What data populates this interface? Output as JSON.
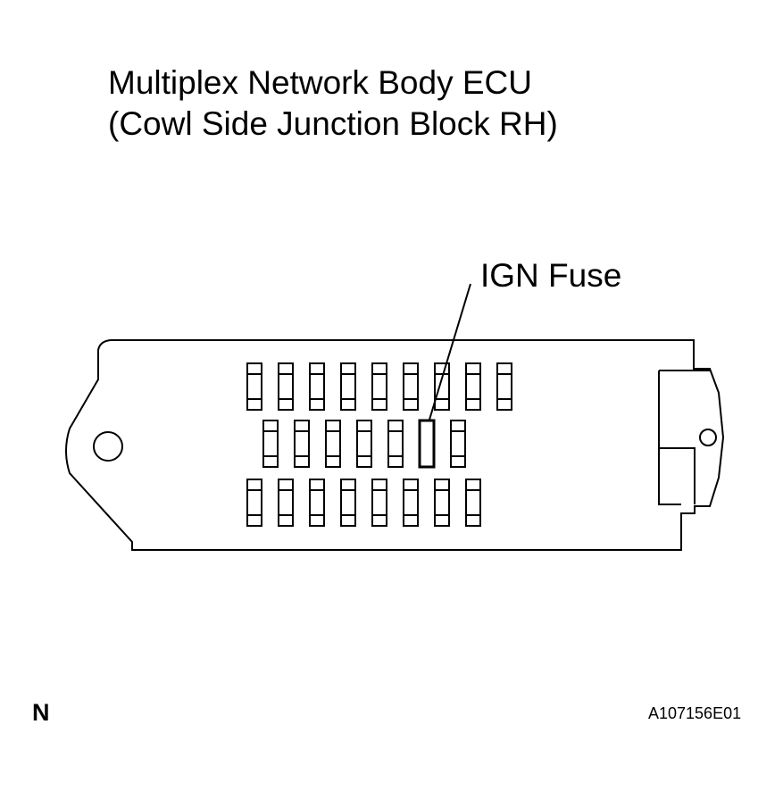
{
  "title": {
    "line1": "Multiplex Network Body ECU",
    "line2": "(Cowl Side Junction Block RH)"
  },
  "callout": {
    "label": "IGN Fuse"
  },
  "orientation_mark": "N",
  "figure_id": "A107156E01",
  "fuse_rows": [
    {
      "count": 9
    },
    {
      "count": 7,
      "highlighted_index": 5
    },
    {
      "count": 8
    }
  ]
}
